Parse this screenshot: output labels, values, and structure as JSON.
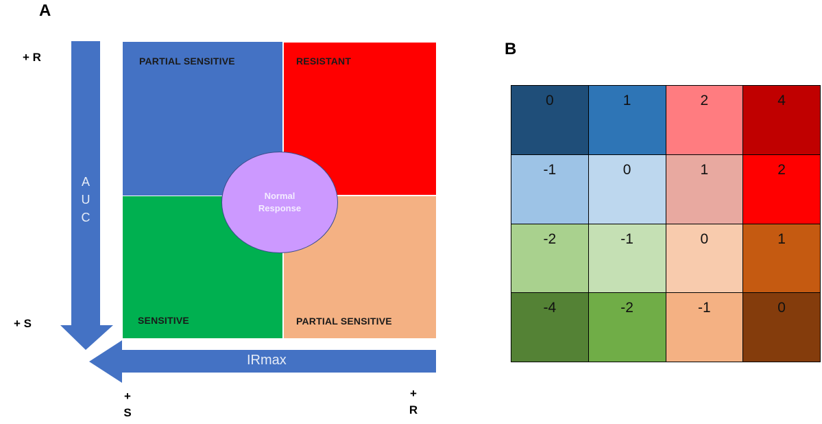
{
  "panel_a": {
    "letter": "A",
    "y_top_label": "+ R",
    "y_bottom_label": "+ S",
    "y_axis_title": "A\nU\nC",
    "x_axis_title": "IRmax",
    "x_left_label_sign": "+",
    "x_left_label_letter": "S",
    "x_right_label_sign": "+",
    "x_right_label_letter": "R",
    "quadrants": {
      "top_left": "PARTIAL SENSITIVE",
      "top_right": "RESISTANT",
      "bottom_left": "SENSITIVE",
      "bottom_right": "PARTIAL SENSITIVE"
    },
    "center_circle": "Normal\nResponse",
    "colors": {
      "axis_arrow": "#4472c4",
      "top_left": "#4472c4",
      "top_right": "#ff0000",
      "bottom_left": "#00b050",
      "bottom_right": "#f4b183",
      "circle": "#cc99ff"
    }
  },
  "panel_b": {
    "letter": "B",
    "grid": [
      [
        {
          "v": "0",
          "c": "#1f4e79"
        },
        {
          "v": "1",
          "c": "#2e75b6"
        },
        {
          "v": "2",
          "c": "#ff7c80"
        },
        {
          "v": "4",
          "c": "#c00000"
        }
      ],
      [
        {
          "v": "-1",
          "c": "#9dc3e6"
        },
        {
          "v": "0",
          "c": "#bdd7ee"
        },
        {
          "v": "1",
          "c": "#e8a9a0"
        },
        {
          "v": "2",
          "c": "#ff0000"
        }
      ],
      [
        {
          "v": "-2",
          "c": "#a9d18e"
        },
        {
          "v": "-1",
          "c": "#c5e0b4"
        },
        {
          "v": "0",
          "c": "#f8cbad"
        },
        {
          "v": "1",
          "c": "#c55a11"
        }
      ],
      [
        {
          "v": "-4",
          "c": "#548235"
        },
        {
          "v": "-2",
          "c": "#70ad47"
        },
        {
          "v": "-1",
          "c": "#f4b183"
        },
        {
          "v": "0",
          "c": "#843c0c"
        }
      ]
    ]
  }
}
